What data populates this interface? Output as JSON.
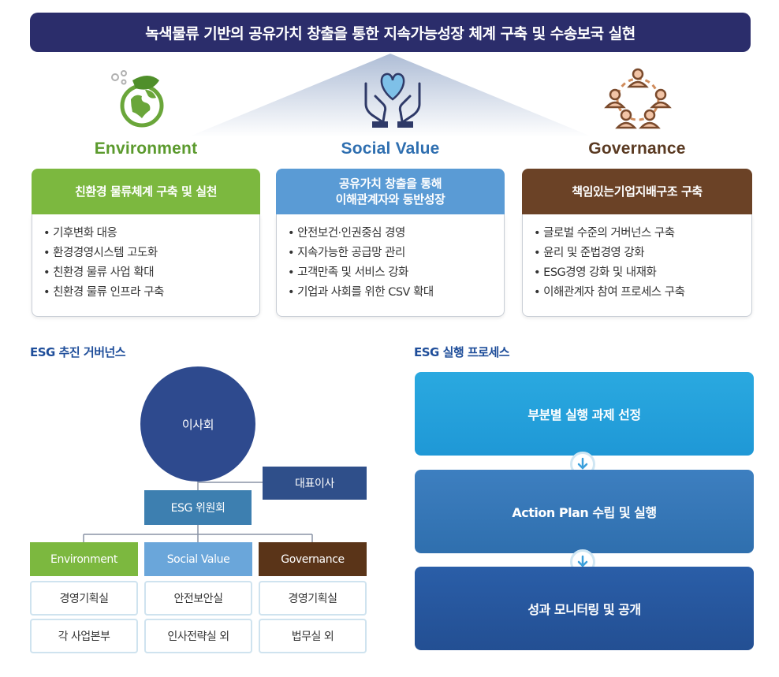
{
  "banner": {
    "title": "녹색물류 기반의 공유가치 창출을 통한 지속가능성장 체계 구축 및 수송보국 실현"
  },
  "colors": {
    "navy": "#2b2d6b",
    "green": "#7cb83f",
    "blue": "#5a9bd5",
    "brown": "#6b4226"
  },
  "pillars": [
    {
      "icon": "earth-leaf-icon",
      "title": "Environment",
      "header": "친환경 물류체계 구축 및 실천",
      "items": [
        "기후변화 대응",
        "환경경영시스템 고도화",
        "친환경 물류 사업 확대",
        "친환경 물류 인프라 구축"
      ]
    },
    {
      "icon": "hands-heart-icon",
      "title": "Social Value",
      "header_line1": "공유가치 창출을 통해",
      "header_line2": "이해관계자와 동반성장",
      "items": [
        "안전보건·인권중심 경영",
        "지속가능한 공급망 관리",
        "고객만족 및 서비스 강화",
        "기업과 사회를 위한 CSV 확대"
      ]
    },
    {
      "icon": "people-network-icon",
      "title": "Governance",
      "header": "책임있는기업지배구조 구축",
      "items": [
        "글로벌 수준의 거버넌스 구축",
        "윤리 및 준법경영 강화",
        "ESG경영 강화 및 내재화",
        "이해관계자 참여 프로세스 구축"
      ]
    }
  ],
  "governance_section": {
    "title": "ESG 추진 거버넌스",
    "board": "이사회",
    "ceo": "대표이사",
    "committee": "ESG 위원회",
    "branches": [
      {
        "name": "Environment",
        "units": [
          "경영기획실",
          "각 사업본부"
        ]
      },
      {
        "name": "Social Value",
        "units": [
          "안전보안실",
          "인사전략실 외"
        ]
      },
      {
        "name": "Governance",
        "units": [
          "경영기획실",
          "법무실 외"
        ]
      }
    ]
  },
  "process_section": {
    "title": "ESG 실행 프로세스",
    "steps": [
      "부분별 실행 과제 선정",
      "Action Plan 수립 및 실행",
      "성과 모니터링 및 공개"
    ]
  }
}
